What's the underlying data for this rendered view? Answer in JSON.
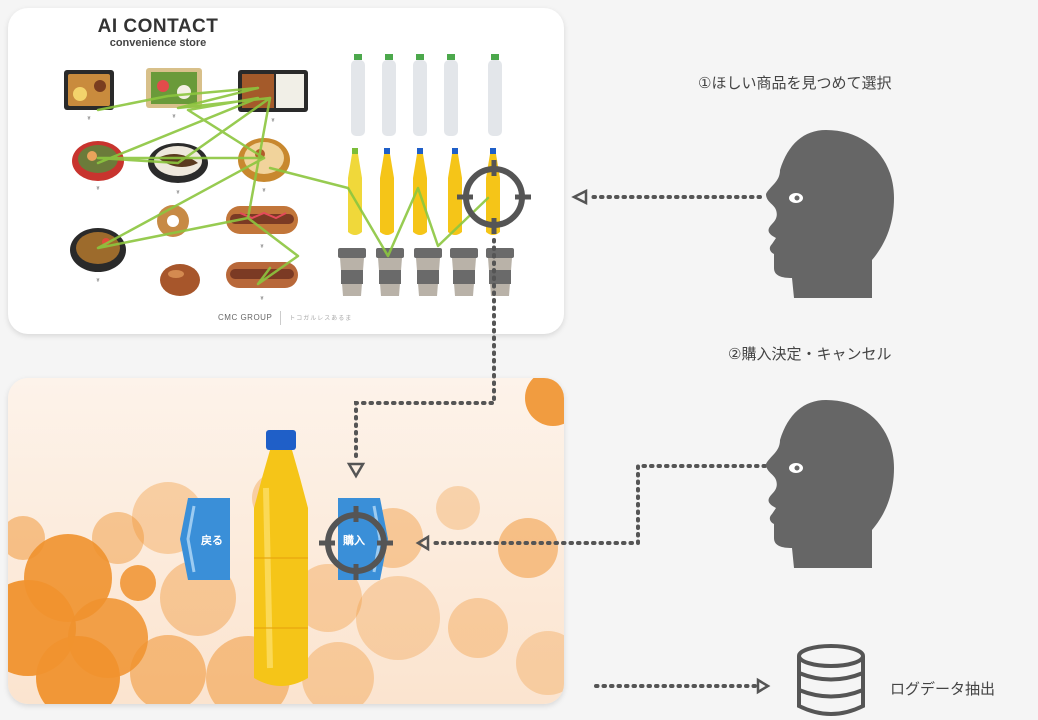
{
  "store": {
    "title": "AI CONTACT",
    "subtitle": "convenience store",
    "footer_brand": "CMC GROUP",
    "footer_jp": "トコガルレスあるま"
  },
  "steps": {
    "step1": "①ほしい商品を見つめて選択",
    "step2": "②購入決定・キャンセル",
    "step3": "ログデータ抽出"
  },
  "purchase": {
    "back_label": "戻る",
    "buy_label": "購入"
  },
  "icons": [
    "gaze-target-icon",
    "head-profile-icon",
    "database-icon",
    "arrow-left-icon",
    "arrow-down-icon",
    "arrow-right-icon"
  ],
  "colors": {
    "gaze_path": "#8cc63f",
    "target": "#555555",
    "head": "#666666",
    "button": "#3a8fd8",
    "bubbles": "#f0922e",
    "juice": "#f5c518",
    "cap": "#1f5fc8"
  }
}
